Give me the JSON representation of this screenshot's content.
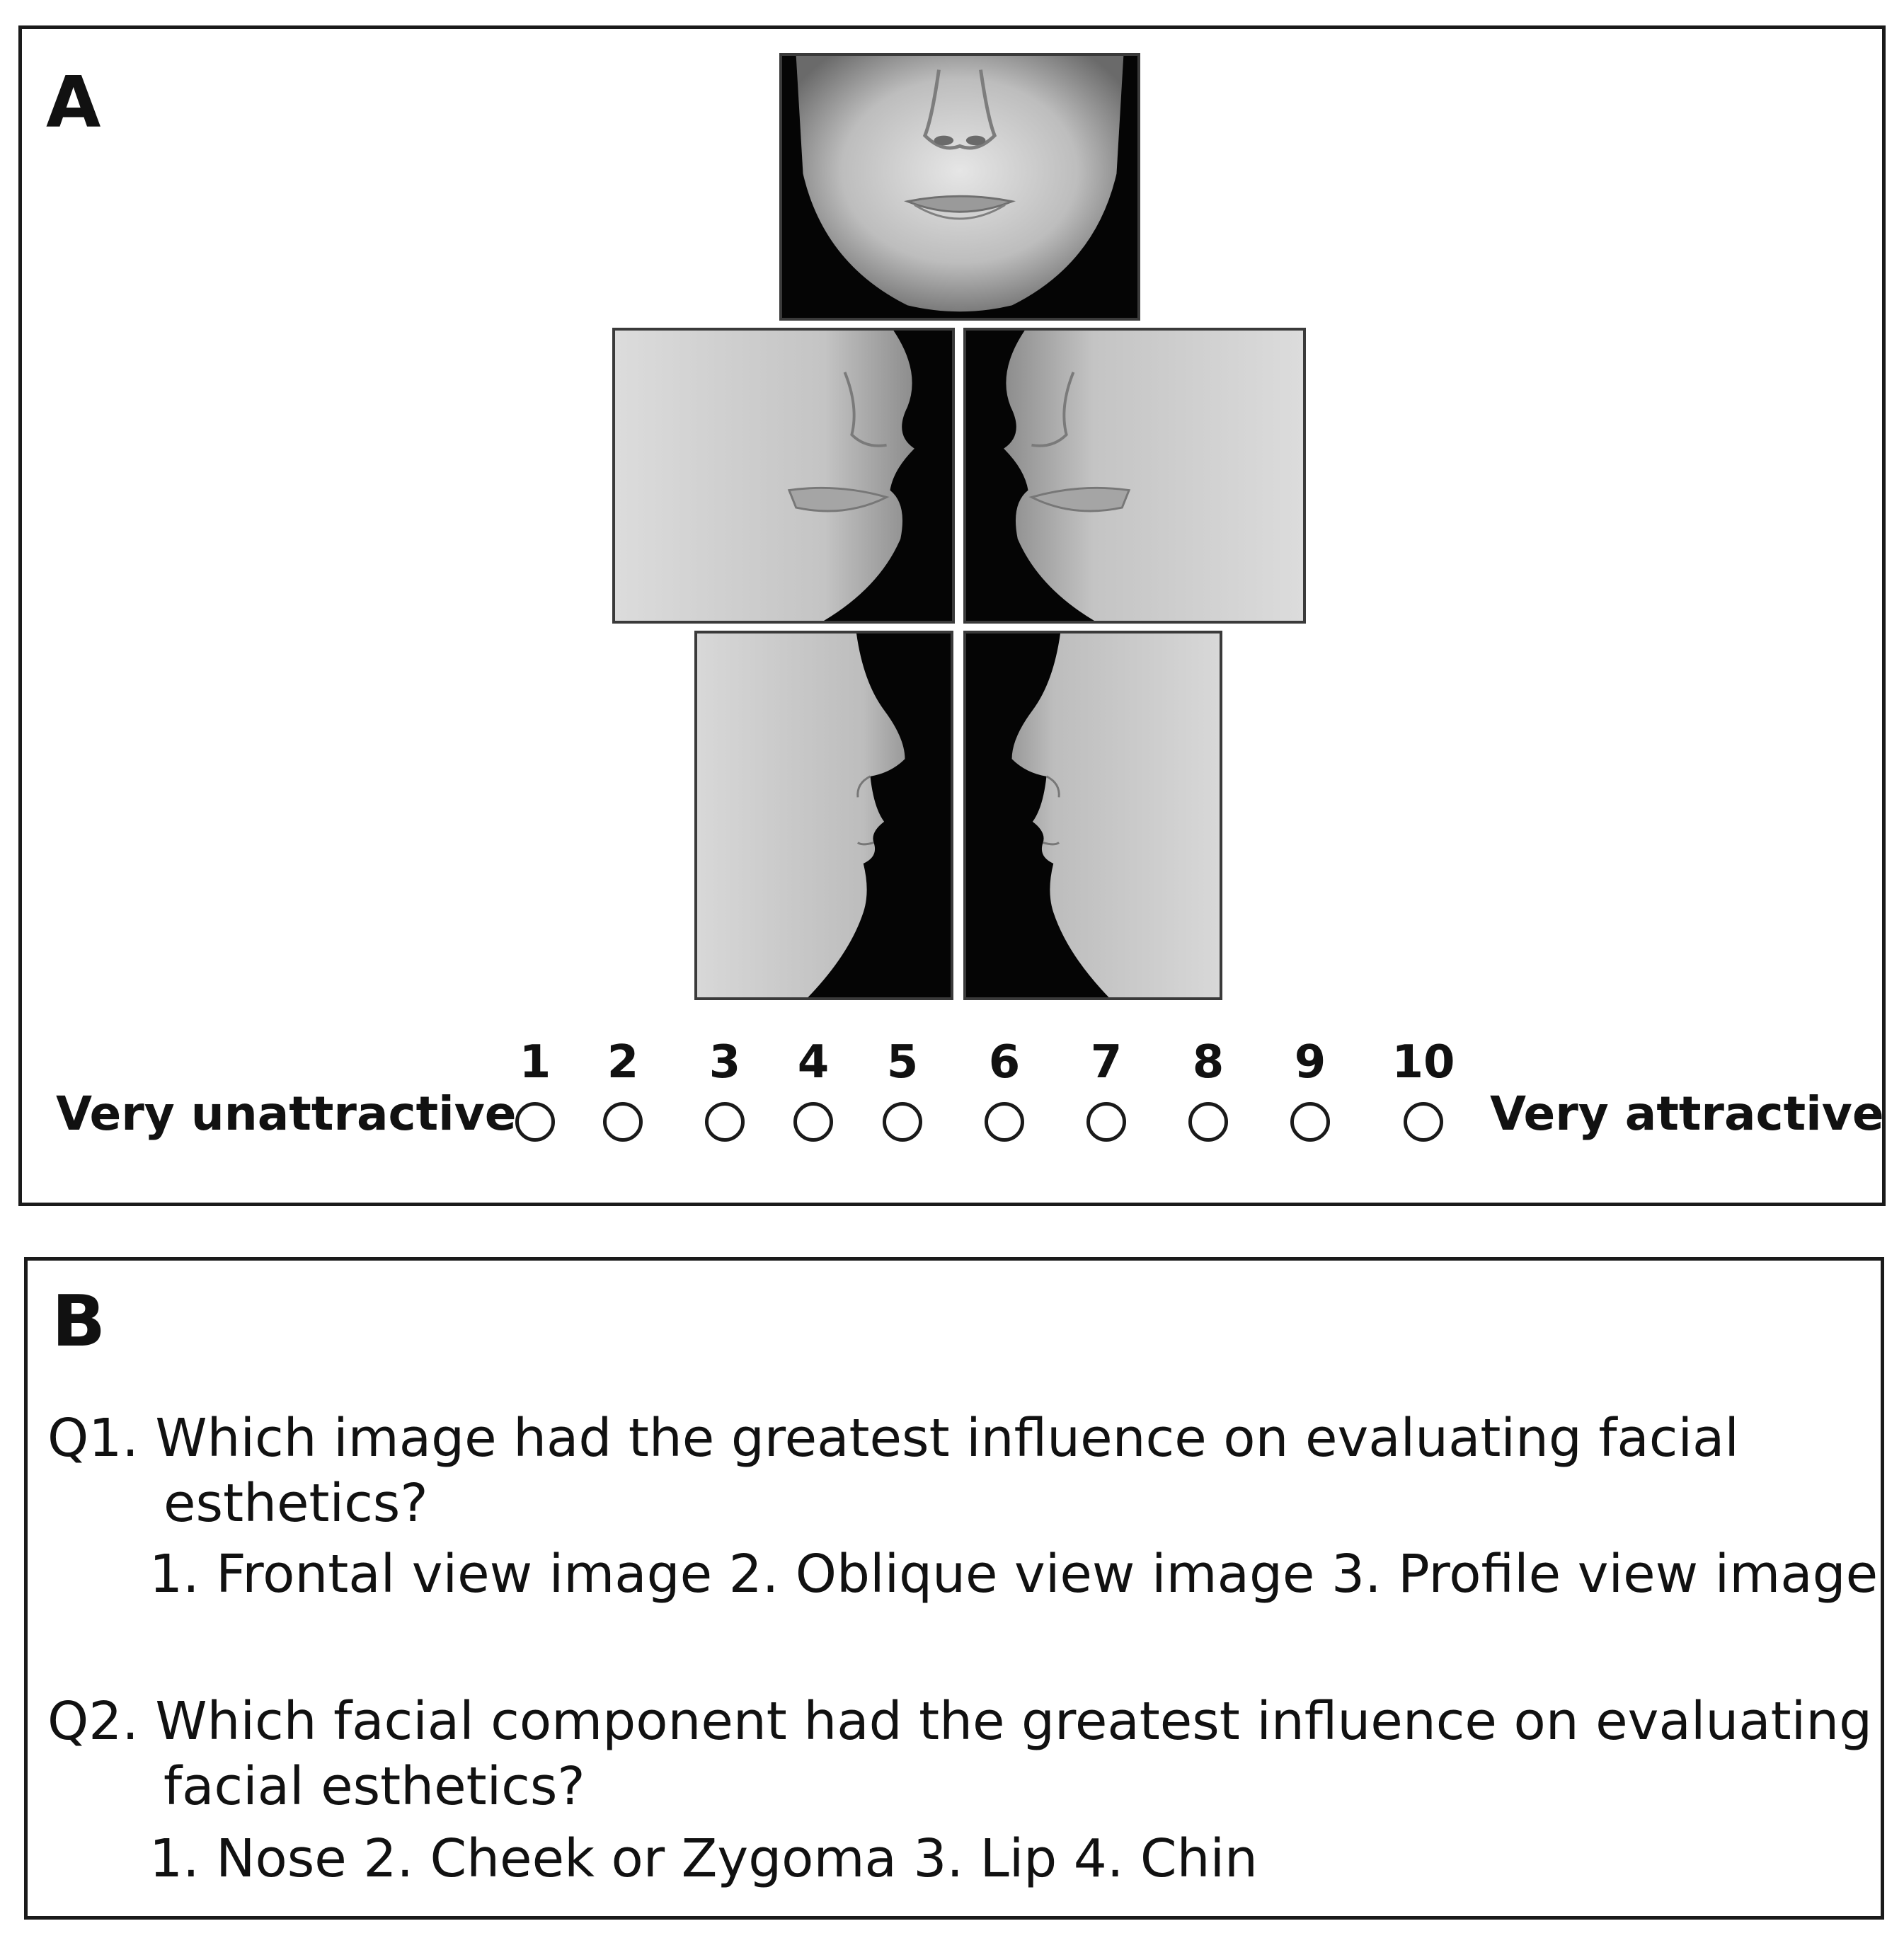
{
  "panel_a": {
    "label": "A",
    "images": [
      {
        "name": "frontal-view-image",
        "view": "frontal"
      },
      {
        "name": "oblique-right-image",
        "view": "oblique-right"
      },
      {
        "name": "oblique-left-image",
        "view": "oblique-left"
      },
      {
        "name": "profile-right-image",
        "view": "profile-right"
      },
      {
        "name": "profile-left-image",
        "view": "profile-left"
      }
    ],
    "scale": {
      "left_label": "Very unattractive",
      "right_label": "Very attractive",
      "options": [
        "1",
        "2",
        "3",
        "4",
        "5",
        "6",
        "7",
        "8",
        "9",
        "10"
      ]
    }
  },
  "panel_b": {
    "label": "B",
    "q1": {
      "line1": "Q1. Which image had the greatest influence on evaluating facial",
      "line2": "esthetics?",
      "answers": "1. Frontal view image 2. Oblique view image 3. Profile view image"
    },
    "q2": {
      "line1": "Q2. Which facial component had the greatest influence on evaluating",
      "line2": "facial esthetics?",
      "answers": "1. Nose 2. Cheek or Zygoma 3. Lip 4. Chin"
    }
  }
}
